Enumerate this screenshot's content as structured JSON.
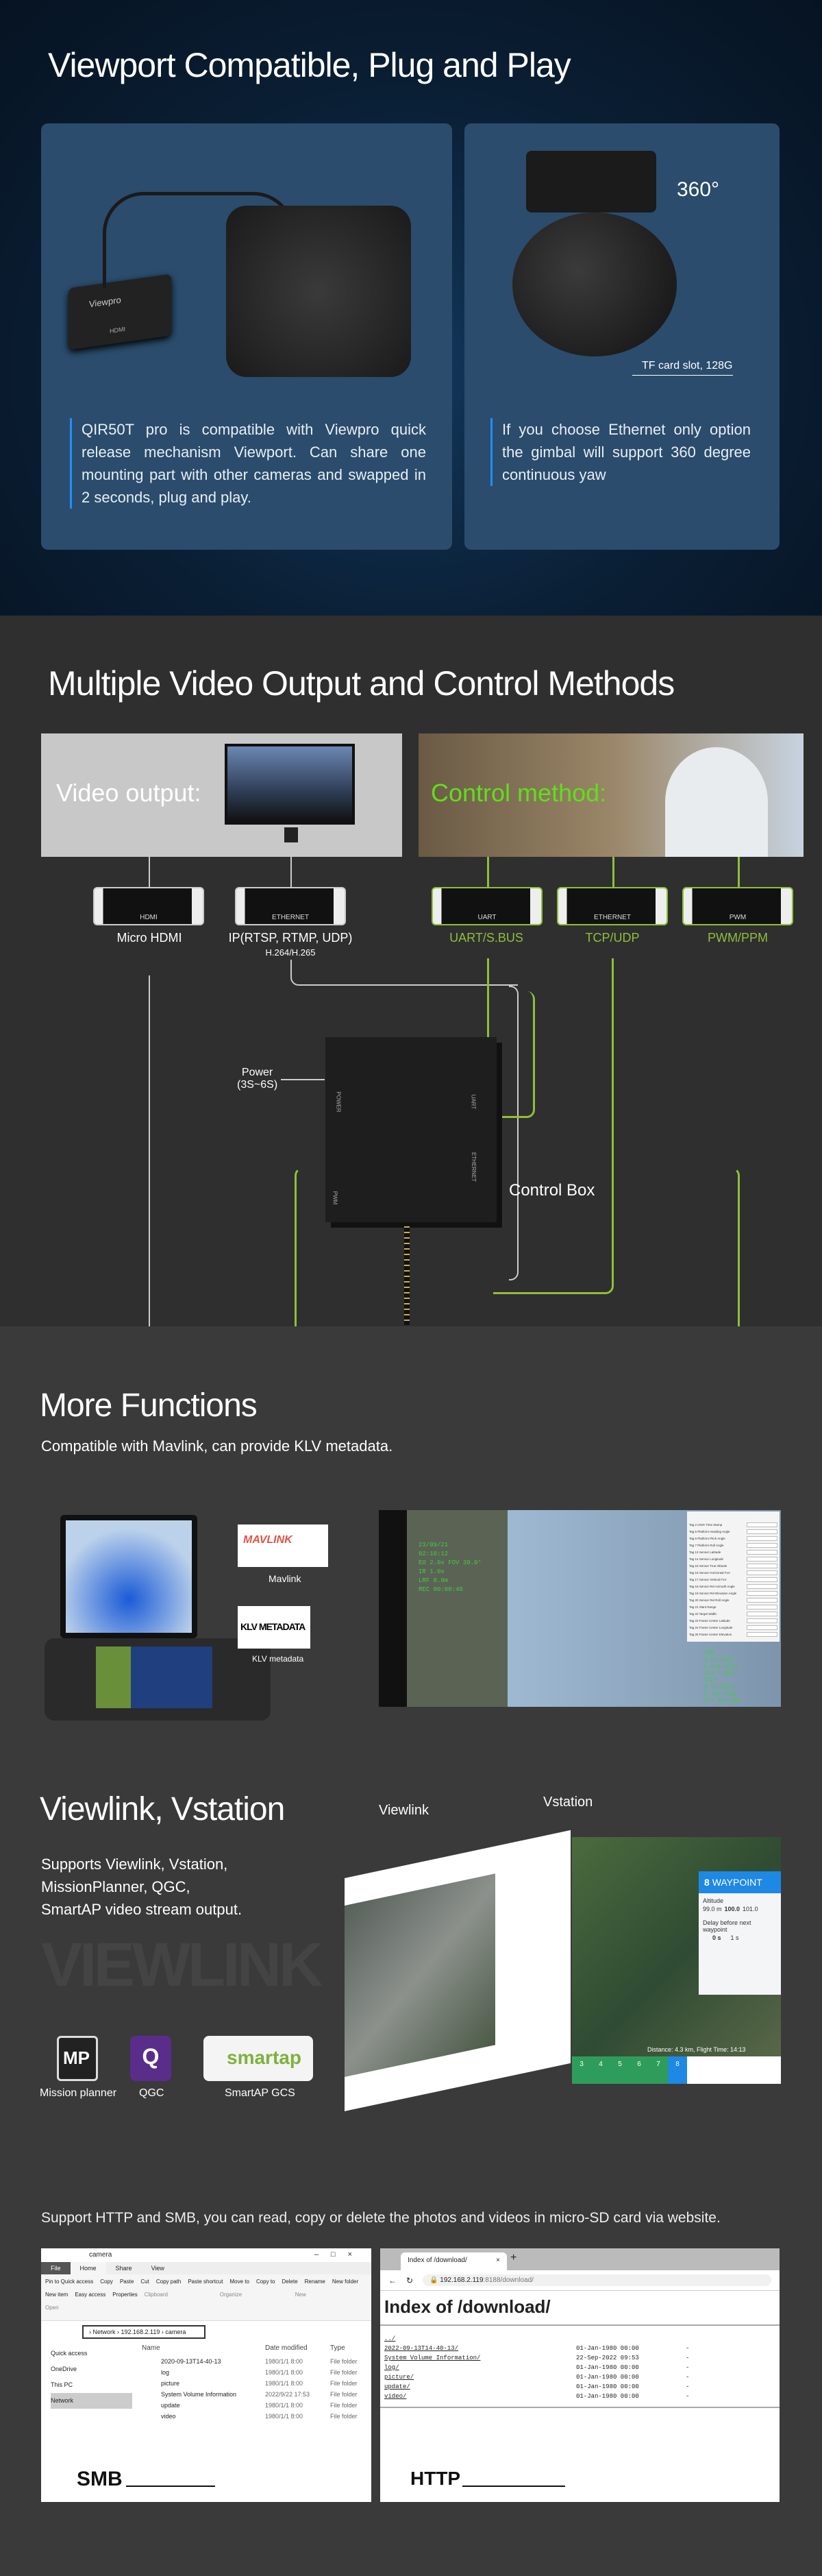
{
  "s1": {
    "title": "Viewport Compatible, Plug and Play",
    "left_text": "QIR50T pro is compatible with Viewpro quick release mechanism Viewport. Can share one mounting part with other cameras and swapped in 2 seconds, plug and play.",
    "right_text": "If you choose Ethernet only option the gimbal will support 360 degree continuous yaw",
    "tf_label": "TF card slot, 128G",
    "badge_360": "360°",
    "device_label": "Viewpro",
    "hdmi_tag": "HDMI"
  },
  "s2": {
    "title": "Multiple Video Output and Control Methods",
    "video_output": "Video output:",
    "control_method": "Control method:",
    "ports": [
      {
        "tag": "HDMI",
        "label": "Micro HDMI"
      },
      {
        "tag": "ETHERNET",
        "label": "IP(RTSP, RTMP, UDP)",
        "sub": "H.264/H.265"
      },
      {
        "tag": "UART",
        "label": "UART/S.BUS"
      },
      {
        "tag": "ETHERNET",
        "label": "TCP/UDP"
      },
      {
        "tag": "PWM",
        "label": "PWM/PPM"
      }
    ],
    "power": "Power",
    "power_range": "(3S~6S)",
    "control_box": "Control Box",
    "box_ports": [
      "POWER",
      "UART",
      "ETHERNET",
      "PWM"
    ],
    "accent_green": "#8fbf3a"
  },
  "s3": {
    "title": "More Functions",
    "subtitle": "Compatible with Mavlink, can provide KLV metadata.",
    "mavlink_logo": "MAVLINK",
    "mavlink_label": "Mavlink",
    "klv_logo": "KLV METADATA",
    "klv_label": "KLV metadata",
    "osd": [
      "23/09/21",
      "02:10:12",
      "EO 2.0x FOV 30.0°",
      "IR 1.0x",
      "LRF 0.0m",
      "REC 00:00:40"
    ],
    "osd_right": [
      "TAG",
      "N 22.5583",
      "E 113.9370",
      "ALT 0.00m",
      "ACFT",
      "N 22.5543",
      "E 113.9432",
      "ALT 112.00m"
    ],
    "klv_rows": [
      "Tag 2 UNIX Time Stamp",
      "Tag 5 Platform Heading Angle",
      "Tag 6 Platform Pitch Angle",
      "Tag 7 Platform Roll Angle",
      "Tag 13 Sensor Latitude",
      "Tag 14 Sensor Longitude",
      "Tag 15 Sensor True Altitude",
      "Tag 16 Sensor Horizontal FoV",
      "Tag 17 Sensor Vertical FoV",
      "Tag 18 Sensor Rel Azimuth Angle",
      "Tag 19 Sensor Rel Elevation Angle",
      "Tag 20 Sensor Rel Roll Angle",
      "Tag 21 Slant Range",
      "Tag 22 Target Width",
      "Tag 23 Frame Center Latitude",
      "Tag 24 Frame Center Longitude",
      "Tag 25 Frame Center Elevation"
    ]
  },
  "s4": {
    "title": "Viewlink, Vstation",
    "lines": [
      "Supports Viewlink, Vstation,",
      "MissionPlanner, QGC,",
      "SmartAP video stream output."
    ],
    "watermark": "VIEWLINK",
    "callout_viewlink": "Viewlink",
    "callout_vstation": "Vstation",
    "apps": [
      {
        "icon": "MP",
        "label": "Mission planner"
      },
      {
        "icon": "Q",
        "label": "QGC"
      },
      {
        "icon": "smartap",
        "label": "SmartAP GCS"
      }
    ],
    "waypoint": {
      "num": "8",
      "title": "WAYPOINT",
      "altitude": "Altitude",
      "alt_vals": [
        "99.0 m",
        "100.0",
        "101.0"
      ],
      "delay": "Delay before next waypoint",
      "delay_vals": [
        "0 s",
        "1 s"
      ],
      "footer": "Distance: 4.3 km, Flight Time: 14:13",
      "wps": [
        "3",
        "4",
        "5",
        "6",
        "7",
        "8"
      ]
    }
  },
  "s5": {
    "text": "Support HTTP and SMB, you can read, copy or delete the photos and videos in micro-SD card via website.",
    "smb": {
      "title": "camera",
      "tabs": [
        "File",
        "Home",
        "Share",
        "View"
      ],
      "ribbon": [
        "Pin to Quick access",
        "Copy",
        "Paste",
        "Cut",
        "Copy path",
        "Paste shortcut",
        "Move to",
        "Copy to",
        "Delete",
        "Rename",
        "New folder",
        "New item",
        "Easy access",
        "Properties"
      ],
      "groups": [
        "Clipboard",
        "Organize",
        "New",
        "Open"
      ],
      "path": [
        "Network",
        "192.168.2.119",
        "camera"
      ],
      "nav": [
        "Quick access",
        "OneDrive",
        "This PC",
        "Network"
      ],
      "cols": [
        "Name",
        "Date modified",
        "Type"
      ],
      "rows": [
        [
          "2020-09-13T14-40-13",
          "1980/1/1 8:00",
          "File folder"
        ],
        [
          "log",
          "1980/1/1 8:00",
          "File folder"
        ],
        [
          "picture",
          "1980/1/1 8:00",
          "File folder"
        ],
        [
          "System Volume Information",
          "2022/9/22 17:53",
          "File folder"
        ],
        [
          "update",
          "1980/1/1 8:00",
          "File folder"
        ],
        [
          "video",
          "1980/1/1 8:00",
          "File folder"
        ]
      ],
      "label": "SMB"
    },
    "http": {
      "tab": "Index of /download/",
      "url_host": "192.168.2.119",
      "url_rest": ":8188/download/",
      "heading": "Index of /download/",
      "rows": [
        [
          "../",
          "",
          ""
        ],
        [
          "2022-09-13T14-40-13/",
          "01-Jan-1980 00:00",
          "-"
        ],
        [
          "System Volume Information/",
          "22-Sep-2022 09:53",
          "-"
        ],
        [
          "log/",
          "01-Jan-1980 00:00",
          "-"
        ],
        [
          "picture/",
          "01-Jan-1980 00:00",
          "-"
        ],
        [
          "update/",
          "01-Jan-1980 00:00",
          "-"
        ],
        [
          "video/",
          "01-Jan-1980 00:00",
          "-"
        ]
      ],
      "label": "HTTP"
    }
  }
}
